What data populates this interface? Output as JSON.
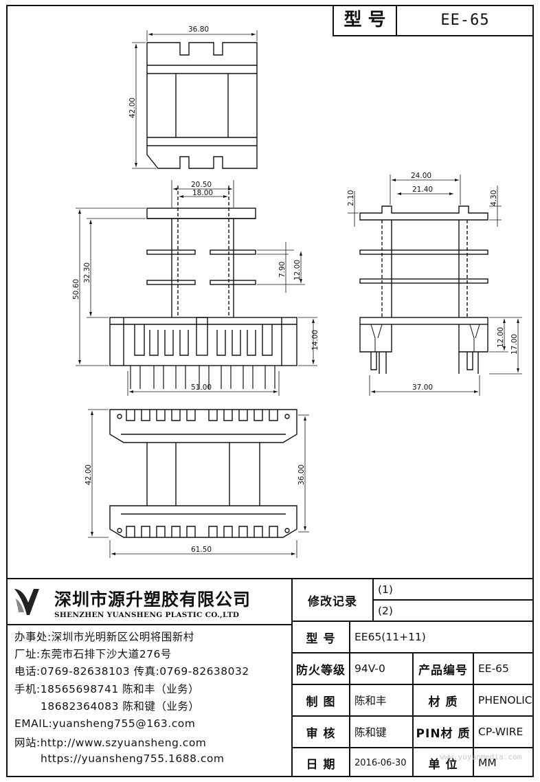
{
  "title_block_header": {
    "label": "型 号",
    "value": "EE-65"
  },
  "dimensions": {
    "top_view": [
      "36.80",
      "42.00"
    ],
    "front_view": [
      "20.50",
      "18.00",
      "32.30",
      "50.60",
      "7.90",
      "12.00",
      "14.00",
      "51.00"
    ],
    "side_view": [
      "24.00",
      "21.40",
      "2.10",
      "4.30",
      "12.00",
      "17.00",
      "37.00"
    ],
    "bottom_view": [
      "42.00",
      "36.00",
      "61.50"
    ]
  },
  "company": {
    "name_cn": "深圳市源升塑胶有限公司",
    "name_en": "SHENZHEN YUANSHENG PLASTIC CO.,LTD",
    "office": "办事处:深圳市光明新区公明将围新村",
    "factory": "厂址:东莞市石排下沙大道276号",
    "phone": "电话:0769-82638103 传真:0769-82638032",
    "mobile1": "手机:18565698741 陈和丰（业务）",
    "mobile2": "18682364083 陈和键（业务）",
    "email": "EMAIL:yuansheng755@163.com",
    "web_label": "网站:http://www.szyuansheng.com",
    "web2": "https://yuansheng755.1688.com"
  },
  "revision": {
    "label": "修改记录",
    "rows": [
      "(1)",
      "(2)"
    ]
  },
  "specs": {
    "model_label": "型 号",
    "model_value": "EE65(11+11)",
    "fire_label": "防火等级",
    "fire_value": "94V-0",
    "code_label": "产品编号",
    "code_value": "EE-65",
    "draw_label": "制 图",
    "draw_value": "陈和丰",
    "material_label": "材 质",
    "material_value": "PHENOLIC",
    "review_label": "审 核",
    "review_value": "陈和键",
    "pin_label": "PIN材 质",
    "pin_value": "CP-WIRE",
    "date_label": "日 期",
    "date_value": "2016-06-30",
    "unit_label": "单 位",
    "unit_value": "MM"
  },
  "watermark": "www.yuyunmedia.com",
  "colors": {
    "line": "#111111",
    "background": "#ffffff"
  }
}
